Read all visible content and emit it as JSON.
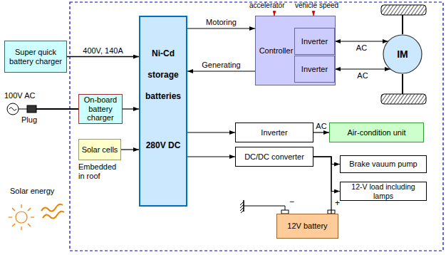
{
  "diagram": {
    "nodes": [
      {
        "text": [
          "Super quick battery charger"
        ]
      },
      {
        "text": [
          "On-board battery charger"
        ]
      },
      {
        "text": [
          "Solar cells"
        ]
      },
      {
        "text": [
          "Ni-Cd storage batteries",
          "280V DC"
        ]
      },
      {
        "text": [
          "Controller"
        ]
      },
      {
        "text": [
          "Inverter"
        ],
        "in": 4
      },
      {
        "text": [
          "Inverter"
        ],
        "in": 4
      },
      {
        "text": [
          "IM"
        ]
      },
      {
        "text": [
          "Inverter"
        ]
      },
      {
        "text": [
          "Air-condition unit"
        ]
      },
      {
        "text": [
          "DC/DC converter"
        ]
      },
      {
        "text": [
          "Brake vauum pump"
        ]
      },
      {
        "text": [
          "12-V load including lamps"
        ]
      },
      {
        "text": [
          "12V battery"
        ]
      }
    ],
    "edges": [
      {
        "from": 0,
        "to": 3,
        "arrow": "to",
        "label": "400V, 140A"
      },
      {
        "from": 1,
        "to": 3,
        "arrow": "to"
      },
      {
        "from": 2,
        "to": 3,
        "arrow": "to"
      },
      {
        "from": 3,
        "to": 4,
        "arrow": "to",
        "label": "Motoring"
      },
      {
        "from": 4,
        "to": 3,
        "arrow": "to",
        "label": "Generating"
      },
      {
        "from": 5,
        "to": 7,
        "arrow": "both",
        "label": "AC"
      },
      {
        "from": 6,
        "to": 7,
        "arrow": "both",
        "label": "AC"
      },
      {
        "from": 3,
        "to": 8,
        "arrow": "to"
      },
      {
        "from": 8,
        "to": 9,
        "arrow": "to",
        "label": "AC"
      },
      {
        "from": 3,
        "to": 10,
        "arrow": "to"
      },
      {
        "from": 10,
        "to": 11,
        "arrow": "to"
      },
      {
        "from": 10,
        "to": 12,
        "arrow": "to"
      },
      {
        "from": 10,
        "to": 13,
        "arrow": "none"
      }
    ],
    "labels": [
      "accelerator",
      "vehicle speed",
      "100V AC",
      "Plug",
      "Solar energy",
      "Embedded in roof",
      "−",
      "+"
    ]
  }
}
